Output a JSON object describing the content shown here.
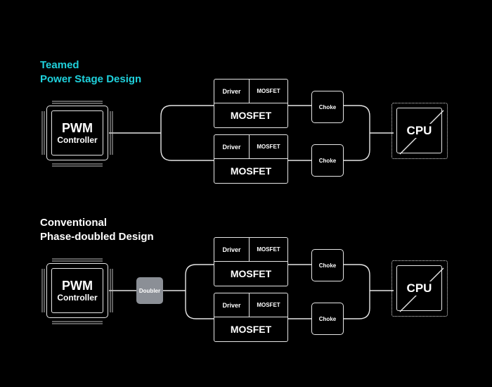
{
  "teamed": {
    "title_line1": "Teamed",
    "title_line2": "Power Stage Design",
    "pwm_line1": "PWM",
    "pwm_line2": "Controller",
    "stages": [
      {
        "driver": "Driver",
        "mosfet_small": "MOSFET",
        "mosfet": "MOSFET",
        "choke": "Choke"
      },
      {
        "driver": "Driver",
        "mosfet_small": "MOSFET",
        "mosfet": "MOSFET",
        "choke": "Choke"
      }
    ],
    "cpu": "CPU"
  },
  "conventional": {
    "title_line1": "Conventional",
    "title_line2": "Phase-doubled Design",
    "pwm_line1": "PWM",
    "pwm_line2": "Controller",
    "doubler": "Doubler",
    "stages": [
      {
        "driver": "Driver",
        "mosfet_small": "MOSFET",
        "mosfet": "MOSFET",
        "choke": "Choke"
      },
      {
        "driver": "Driver",
        "mosfet_small": "MOSFET",
        "mosfet": "MOSFET",
        "choke": "Choke"
      }
    ],
    "cpu": "CPU"
  },
  "colors": {
    "background": "#000000",
    "line": "#e6e6e6",
    "accent_title": "#1fd1dc",
    "doubler_fill": "#8b8f96"
  }
}
